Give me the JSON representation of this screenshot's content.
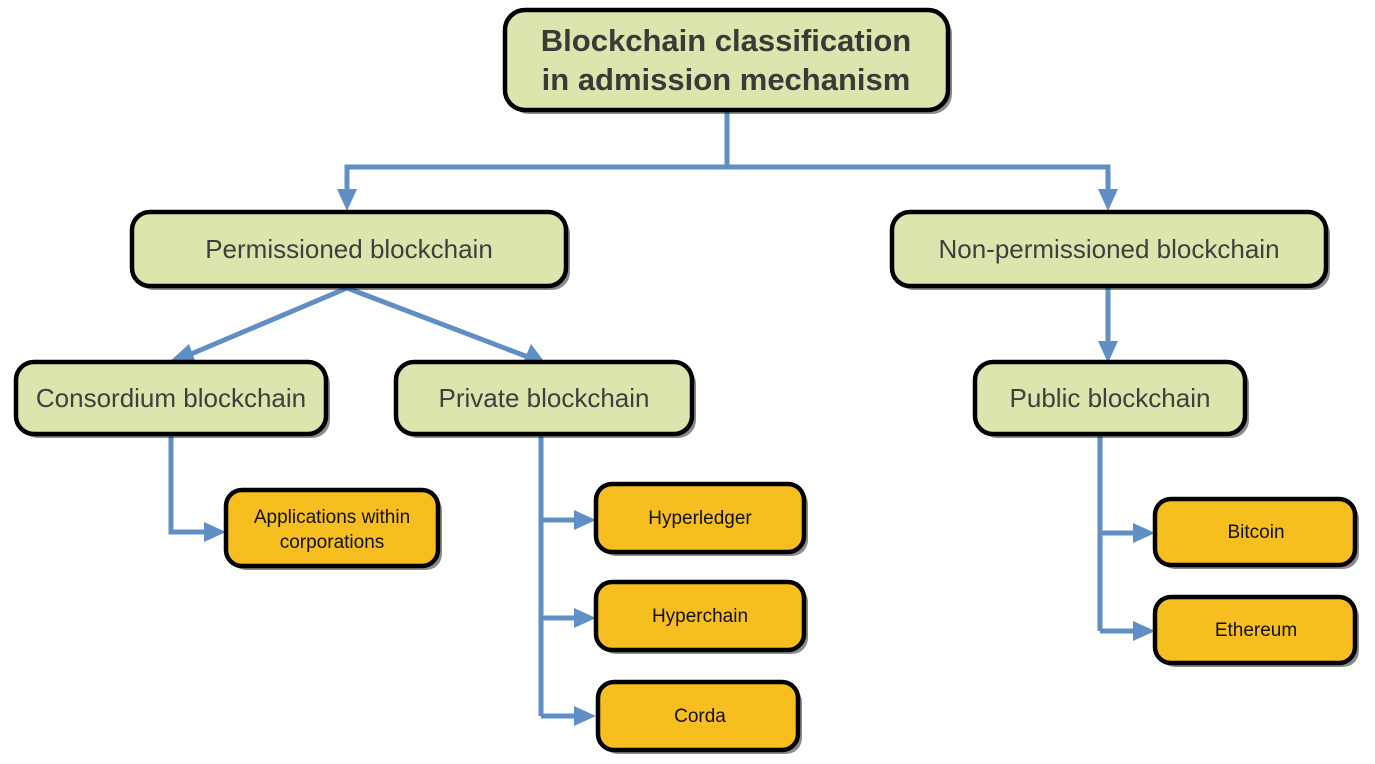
{
  "diagram": {
    "type": "hierarchy-tree",
    "title": "Blockchain classification in admission mechanism",
    "colors": {
      "category_fill": "#dce5ae",
      "example_fill": "#f7be20",
      "node_border": "#000000",
      "connector": "#5f8fc4",
      "category_text": "#3f3f3d",
      "example_text": "#121212",
      "background": "#ffffff"
    },
    "root": {
      "id": "root",
      "line1": "Blockchain classification",
      "line2": "in admission mechanism"
    },
    "level2": [
      {
        "id": "permissioned",
        "label": "Permissioned blockchain"
      },
      {
        "id": "non-permissioned",
        "label": "Non-permissioned blockchain"
      }
    ],
    "level3": [
      {
        "id": "consordium",
        "label": "Consordium blockchain",
        "parent": "permissioned"
      },
      {
        "id": "private",
        "label": "Private blockchain",
        "parent": "permissioned"
      },
      {
        "id": "public",
        "label": "Public blockchain",
        "parent": "non-permissioned"
      }
    ],
    "leaves": [
      {
        "id": "applications",
        "line1": "Applications within",
        "line2": "corporations",
        "parent": "consordium"
      },
      {
        "id": "hyperledger",
        "line1": "Hyperledger",
        "line2": "",
        "parent": "private"
      },
      {
        "id": "hyperchain",
        "line1": "Hyperchain",
        "line2": "",
        "parent": "private"
      },
      {
        "id": "corda",
        "line1": "Corda",
        "line2": "",
        "parent": "private"
      },
      {
        "id": "bitcoin",
        "line1": "Bitcoin",
        "line2": "",
        "parent": "public"
      },
      {
        "id": "ethereum",
        "line1": "Ethereum",
        "line2": "",
        "parent": "public"
      }
    ]
  }
}
